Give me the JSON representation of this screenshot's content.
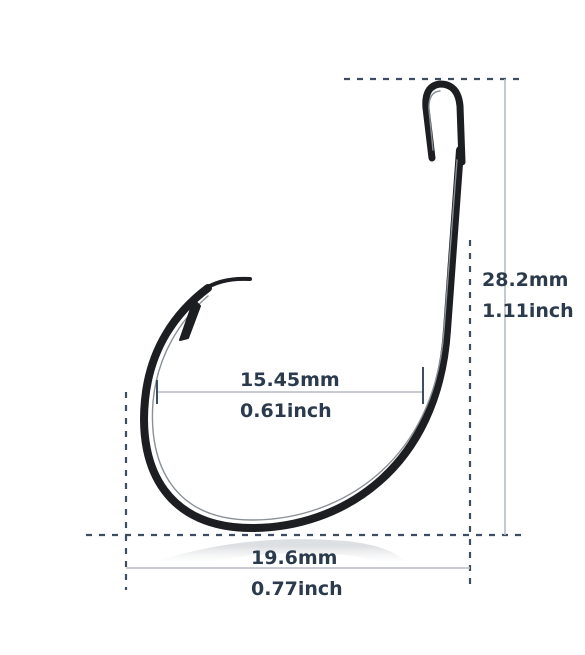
{
  "colors": {
    "dimension_line": "#3e4e62",
    "label_text": "#2b3a4c",
    "hook_dark": "#1c1e21",
    "hook_highlight": "#8a9096"
  },
  "dimensions": {
    "height": {
      "mm": "28.2mm",
      "inch": "1.11inch"
    },
    "gap": {
      "mm": "15.45mm",
      "inch": "0.61inch"
    },
    "width": {
      "mm": "19.6mm",
      "inch": "0.77inch"
    }
  }
}
